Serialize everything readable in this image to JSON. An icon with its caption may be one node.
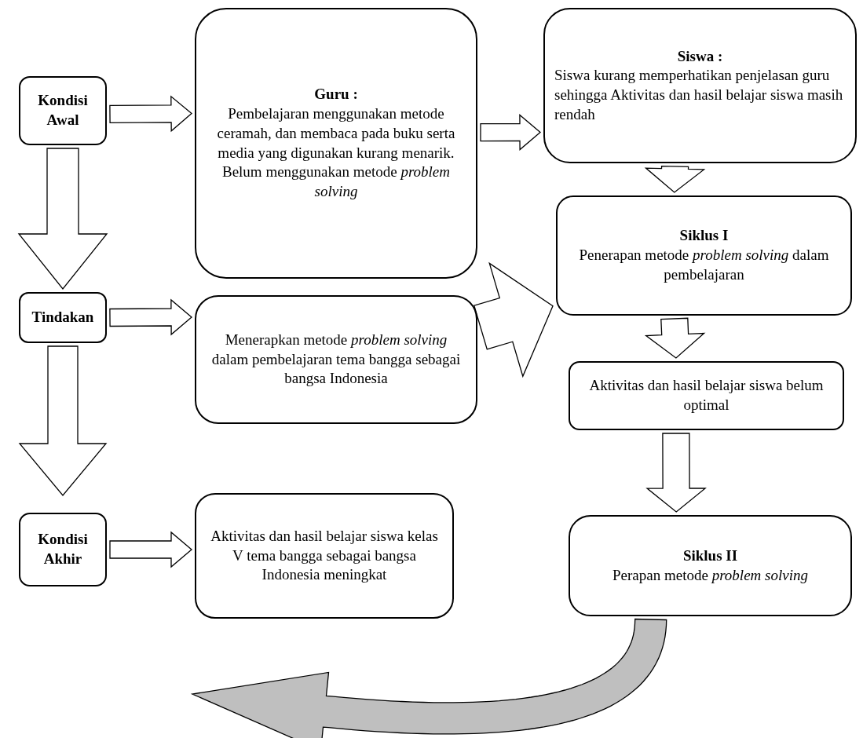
{
  "diagram": {
    "nodes": [
      {
        "text": [
          "Kondisi Awal"
        ]
      },
      {
        "text": [
          "Guru :",
          "Pembelajaran menggunakan metode ceramah, dan membaca pada buku serta media yang digunakan kurang menarik. Belum menggunakan metode *problem solving*"
        ]
      },
      {
        "text": [
          "Siswa :",
          "Siswa kurang memperhatikan penjelasan guru sehingga Aktivitas dan hasil belajar siswa masih rendah"
        ]
      },
      {
        "text": [
          "Tindakan"
        ]
      },
      {
        "text": [
          "Menerapkan metode *problem solving* dalam pembelajaran tema bangga sebagai bangsa Indonesia"
        ]
      },
      {
        "text": [
          "Siklus I",
          "Penerapan metode *problem solving* dalam pembelajaran"
        ]
      },
      {
        "text": [
          "Aktivitas dan hasil belajar siswa belum optimal"
        ]
      },
      {
        "text": [
          "Kondisi Akhir"
        ]
      },
      {
        "text": [
          "Aktivitas dan hasil belajar siswa kelas V tema bangga sebagai bangsa Indonesia meningkat"
        ]
      },
      {
        "text": [
          "Siklus II",
          "Perapan metode *problem solving*"
        ]
      }
    ],
    "edges": [
      {
        "from": 0,
        "to": 1,
        "arrow": "to"
      },
      {
        "from": 1,
        "to": 2,
        "arrow": "to"
      },
      {
        "from": 2,
        "to": 5,
        "arrow": "to"
      },
      {
        "from": 0,
        "to": 3,
        "arrow": "to"
      },
      {
        "from": 3,
        "to": 4,
        "arrow": "to"
      },
      {
        "from": 4,
        "to": 5,
        "arrow": "to"
      },
      {
        "from": 5,
        "to": 6,
        "arrow": "to"
      },
      {
        "from": 6,
        "to": 9,
        "arrow": "to"
      },
      {
        "from": 3,
        "to": 7,
        "arrow": "to"
      },
      {
        "from": 7,
        "to": 8,
        "arrow": "to"
      },
      {
        "from": 9,
        "to": 8,
        "arrow": "to",
        "color": "#bfbfbf"
      }
    ]
  }
}
